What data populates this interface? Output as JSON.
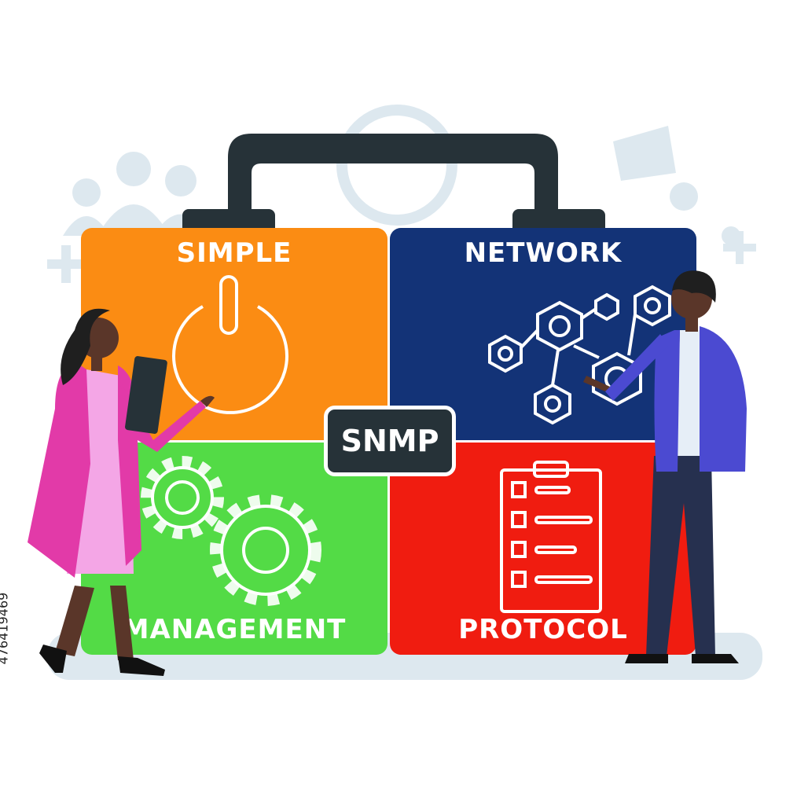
{
  "acronym": "SNMP",
  "quadrants": [
    {
      "word": "SIMPLE",
      "color": "#fb8c13",
      "icon": "power-icon"
    },
    {
      "word": "NETWORK",
      "color": "#133377",
      "icon": "hexagon-network-icon"
    },
    {
      "word": "MANAGEMENT",
      "color": "#53db46",
      "icon": "gears-icon"
    },
    {
      "word": "PROTOCOL",
      "color": "#f01c10",
      "icon": "clipboard-checklist-icon"
    }
  ],
  "handle_color": "#263238",
  "stock_id": "476419469"
}
